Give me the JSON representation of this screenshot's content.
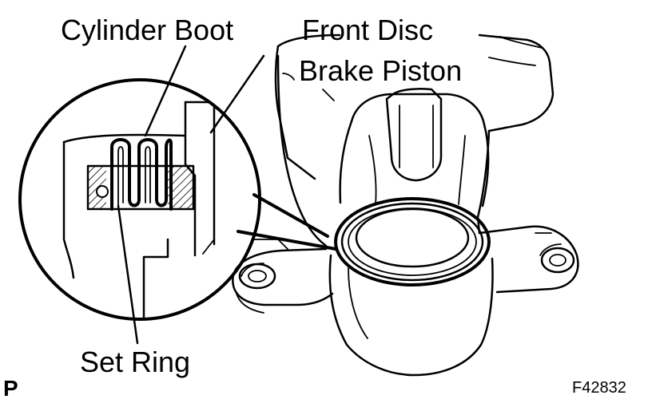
{
  "labels": {
    "cylinder_boot": "Cylinder Boot",
    "front_disc_line1": "Front Disc",
    "front_disc_line2": "Brake Piston",
    "set_ring": "Set Ring",
    "corner_mark": "P",
    "figure_code": "F42832"
  }
}
